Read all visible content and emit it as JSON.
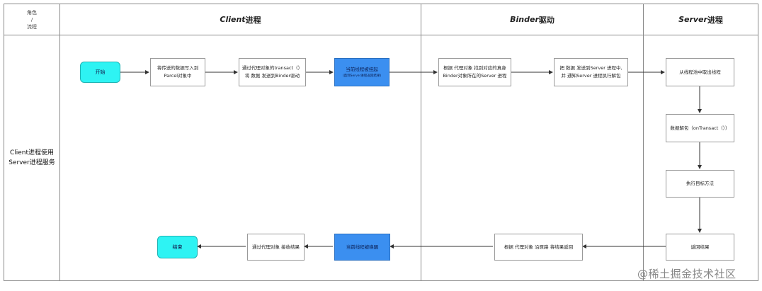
{
  "header": {
    "role_label": [
      "角色",
      "/",
      "流程"
    ],
    "client_title_em": "Client",
    "client_title_rest": "进程",
    "binder_title_em": "Binder",
    "binder_title_rest": "驱动",
    "server_title_em": "Server",
    "server_title_rest": "进程"
  },
  "row": {
    "label_line1": "Client进程使用",
    "label_line2": "Server进程服务"
  },
  "nodes": {
    "start": "开始",
    "write_parcel": [
      "将传送的数据写入到",
      "Parcel对象中"
    ],
    "transact": [
      "通过代理对象的transact（）",
      "将 数据 发送到Binder驱动"
    ],
    "suspend": {
      "main": "当前线程被挂起",
      "sub": "(直到Server进程返回结果)"
    },
    "find_server": [
      "根据 代理对象 找到对应的真身",
      "Binder对象所在的Server 进程"
    ],
    "send_server": [
      "把 数据 发送到Server 进程中,",
      "并 通知Server 进程执行解包"
    ],
    "take_thread": "从线程池中取出线程",
    "unpack": "数据解包（onTransact（））",
    "exec_target": "执行目标方法",
    "return_result": "返回结果",
    "route_back": "根据 代理对象 沿原路 将结果返回",
    "wakeup": "当前线程被唤醒",
    "receive": "通过代理对象 接收结果",
    "end": "结束"
  },
  "watermark": "@稀土掘金技术社区",
  "colors": {
    "start_fill": "#2ef3f3",
    "blue_fill": "#3b8ff0",
    "line": "#8a8a8a",
    "arrow": "#333333"
  }
}
